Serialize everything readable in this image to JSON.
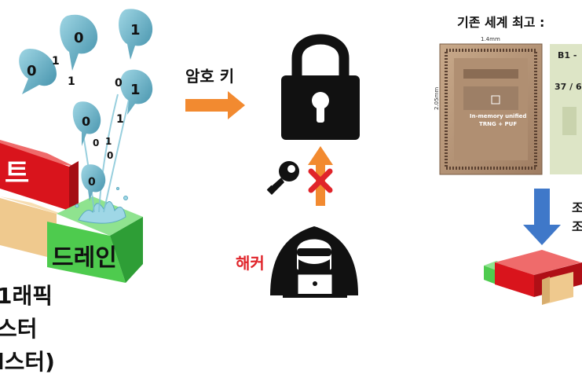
{
  "left_panel": {
    "gate_label": "트",
    "drain_label": "드레인",
    "bits": [
      "0",
      "0",
      "1",
      "1",
      "0",
      "1",
      "1",
      "0",
      "1",
      "0",
      "1",
      "0",
      "0"
    ],
    "caption_lines": [
      "1래픽",
      "스터",
      "l스터)"
    ]
  },
  "middle_panel": {
    "key_label": "암호 키",
    "hacker_label": "해커"
  },
  "right_panel": {
    "title": "기존 세계 최고 :",
    "chip_width_label": "1.4mm",
    "chip_height_label": "2.05mm",
    "chip_caption_line1": "In-memory unified",
    "chip_caption_line2": "TRNG + PUF",
    "table_line1": "B1 -",
    "table_line2": "37 / 6",
    "side_text": [
      "조",
      "조"
    ]
  },
  "colors": {
    "gate_red": "#d9141c",
    "drain_green": "#4ecb4e",
    "channel_tan": "#efc98e",
    "arrow_orange": "#f28a30",
    "cross_red": "#e0242a",
    "droplet_teal": "#5aa9bf",
    "arrow_blue": "#3f78c9",
    "icon_black": "#111111"
  }
}
